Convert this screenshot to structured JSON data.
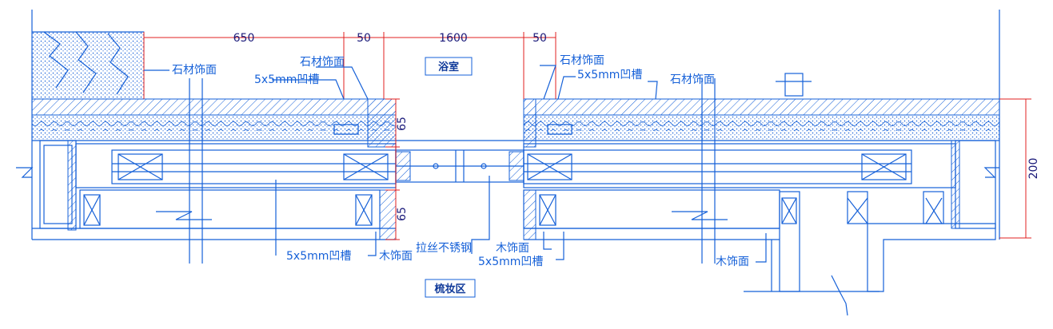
{
  "title": "",
  "dimensions": {
    "top": [
      "650",
      "50",
      "1600",
      "50"
    ],
    "vertical_left_upper": "65",
    "vertical_left_lower": "65",
    "vertical_right": "200"
  },
  "rooms": {
    "upper": "浴室",
    "lower": "梳妆区"
  },
  "labels": {
    "stone_finish_left": "石材饰面",
    "stone_finish_mid": "石材饰面",
    "groove_top_left": "5x5mm凹槽",
    "stone_finish_right_a": "石材饰面",
    "groove_top_right": "5x5mm凹槽",
    "stone_finish_right_b": "石材饰面",
    "groove_bottom_left": "5x5mm凹槽",
    "wood_finish_bottom_left": "木饰面",
    "brushed_steel": "拉丝不锈钢",
    "wood_finish_bottom_mid": "木饰面",
    "groove_bottom_mid": "5x5mm凹槽",
    "wood_finish_bottom_right": "木饰面"
  },
  "colors": {
    "line_blue": "#1560d8",
    "dim_red": "#e02020",
    "text_dark": "#1a1a7a"
  }
}
